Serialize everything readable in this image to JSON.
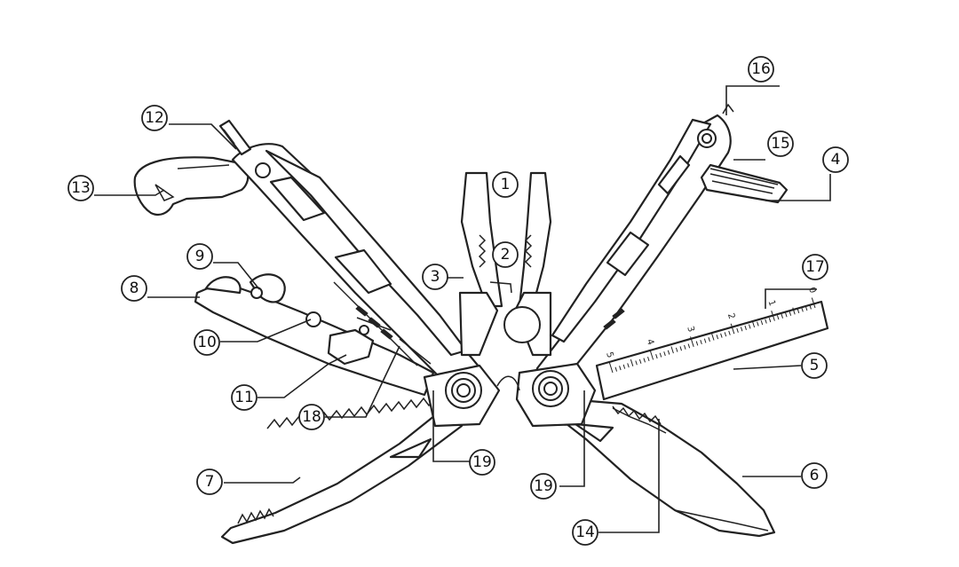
{
  "callouts": [
    {
      "id": "1",
      "label": "1"
    },
    {
      "id": "2",
      "label": "2"
    },
    {
      "id": "3",
      "label": "3"
    },
    {
      "id": "4",
      "label": "4"
    },
    {
      "id": "5",
      "label": "5"
    },
    {
      "id": "6",
      "label": "6"
    },
    {
      "id": "7",
      "label": "7"
    },
    {
      "id": "8",
      "label": "8"
    },
    {
      "id": "9",
      "label": "9"
    },
    {
      "id": "10",
      "label": "10"
    },
    {
      "id": "11",
      "label": "11"
    },
    {
      "id": "12",
      "label": "12"
    },
    {
      "id": "13",
      "label": "13"
    },
    {
      "id": "14",
      "label": "14"
    },
    {
      "id": "15",
      "label": "15"
    },
    {
      "id": "16",
      "label": "16"
    },
    {
      "id": "17",
      "label": "17"
    },
    {
      "id": "18",
      "label": "18"
    },
    {
      "id": "19a",
      "label": "19"
    },
    {
      "id": "19b",
      "label": "19"
    }
  ],
  "ruler": {
    "tick_labels": [
      "0",
      "1",
      "2",
      "3",
      "4",
      "5"
    ]
  }
}
